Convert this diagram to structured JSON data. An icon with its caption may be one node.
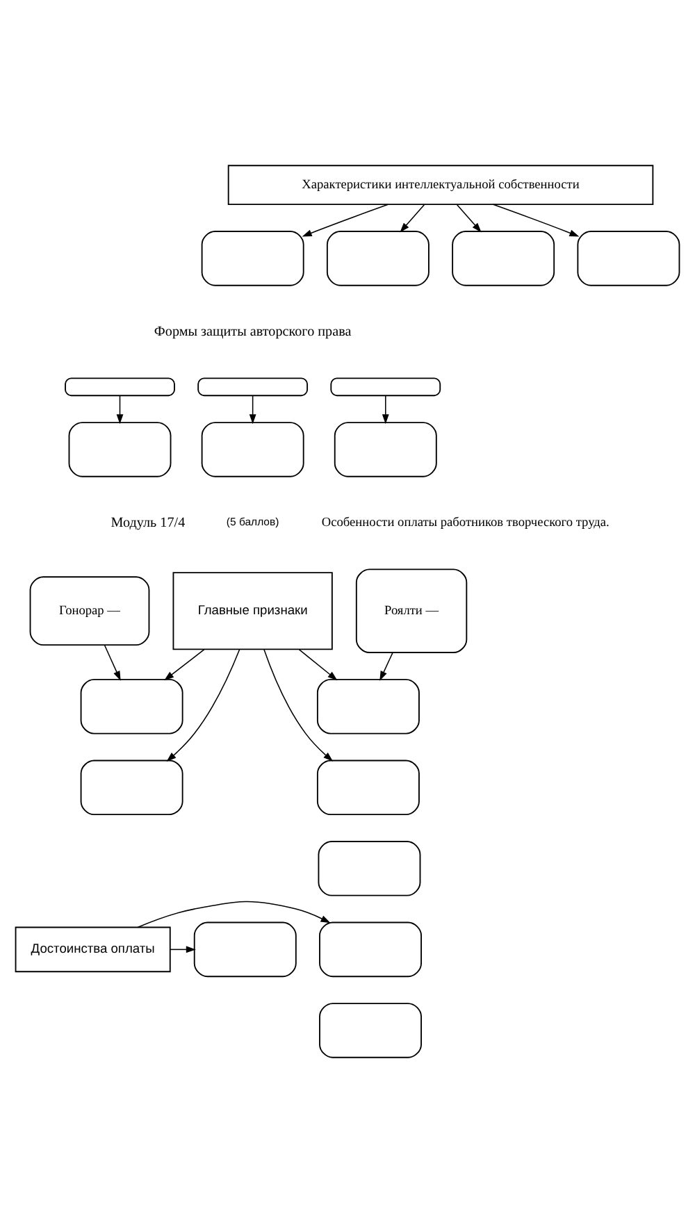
{
  "diagram": {
    "nodes": [
      {
        "text": [
          "Характеристики интеллектуальной собственности"
        ]
      },
      {
        "text": [],
        "shape": "box"
      },
      {
        "text": [],
        "shape": "box"
      },
      {
        "text": [],
        "shape": "box"
      },
      {
        "text": [],
        "shape": "box"
      },
      {
        "text": [],
        "shape": "box"
      },
      {
        "text": [],
        "shape": "box"
      },
      {
        "text": [],
        "shape": "box"
      },
      {
        "text": [],
        "shape": "box"
      },
      {
        "text": [],
        "shape": "box"
      },
      {
        "text": [],
        "shape": "box"
      },
      {
        "text": [
          "Гонорар —"
        ]
      },
      {
        "text": [
          "Роялти —"
        ]
      },
      {
        "text": [],
        "shape": "box"
      },
      {
        "text": [],
        "shape": "box"
      },
      {
        "text": [
          "Главные признаки"
        ]
      },
      {
        "text": [],
        "shape": "box"
      },
      {
        "text": [],
        "shape": "box"
      },
      {
        "text": [],
        "shape": "box"
      },
      {
        "text": [],
        "shape": "box"
      },
      {
        "text": [
          "Достоинства оплаты"
        ]
      },
      {
        "text": [],
        "shape": "box"
      },
      {
        "text": [],
        "shape": "box"
      }
    ],
    "edges": [
      {
        "from": 0,
        "to": 1,
        "arrow": "to"
      },
      {
        "from": 0,
        "to": 2,
        "arrow": "to"
      },
      {
        "from": 0,
        "to": 3,
        "arrow": "to"
      },
      {
        "from": 0,
        "to": 4,
        "arrow": "to"
      },
      {
        "from": 5,
        "to": 8,
        "arrow": "to"
      },
      {
        "from": 6,
        "to": 9,
        "arrow": "to"
      },
      {
        "from": 7,
        "to": 10,
        "arrow": "to"
      },
      {
        "from": 11,
        "to": 13,
        "arrow": "to"
      },
      {
        "from": 12,
        "to": 16,
        "arrow": "to"
      },
      {
        "from": 15,
        "to": 13,
        "arrow": "to"
      },
      {
        "from": 15,
        "to": 14,
        "arrow": "to"
      },
      {
        "from": 15,
        "to": 16,
        "arrow": "to"
      },
      {
        "from": 15,
        "to": 17,
        "arrow": "to"
      },
      {
        "from": 20,
        "to": 19,
        "arrow": "to"
      },
      {
        "from": 20,
        "to": 21,
        "arrow": "to"
      }
    ],
    "labels": [
      "Формы защиты авторского права",
      "Модуль 17/4",
      "(5 баллов)",
      "Особенности оплаты работников творческого труда."
    ]
  }
}
